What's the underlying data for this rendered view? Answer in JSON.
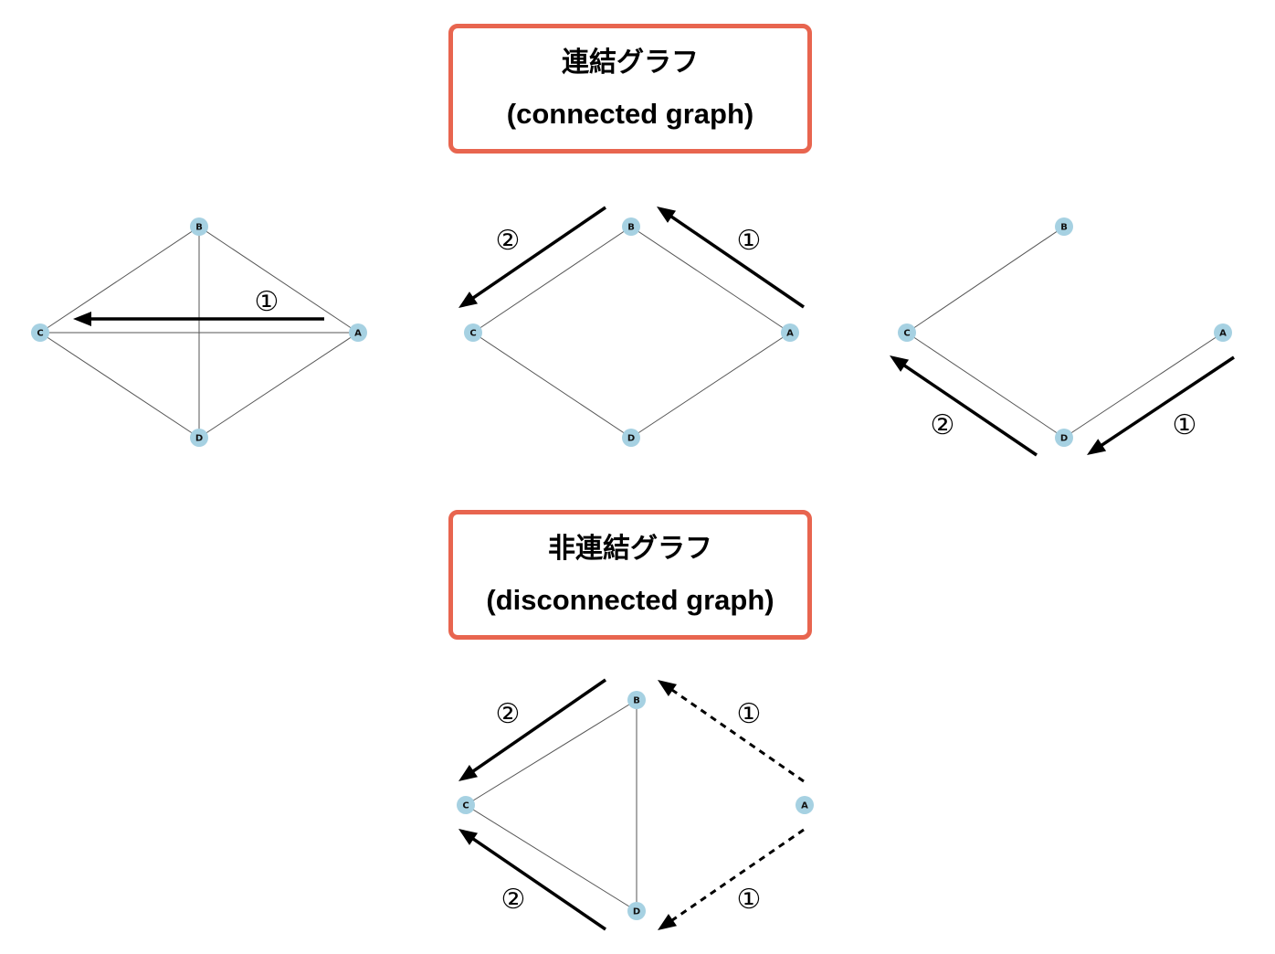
{
  "colors": {
    "box_border": "#e8654f",
    "node_fill": "#a6d1e2",
    "edge": "#555555",
    "arrow": "#000000"
  },
  "titles": {
    "connected": {
      "jp": "連結グラフ",
      "en": "(connected graph)"
    },
    "disconnected": {
      "jp": "非連結グラフ",
      "en": "(disconnected graph)"
    }
  },
  "graphs": {
    "g1": {
      "node_labels": {
        "A": "A",
        "B": "B",
        "C": "C",
        "D": "D"
      },
      "edges": [
        [
          "A",
          "B"
        ],
        [
          "B",
          "C"
        ],
        [
          "C",
          "D"
        ],
        [
          "D",
          "A"
        ],
        [
          "A",
          "C"
        ],
        [
          "B",
          "D"
        ]
      ],
      "steps": [
        "①"
      ]
    },
    "g2": {
      "node_labels": {
        "A": "A",
        "B": "B",
        "C": "C",
        "D": "D"
      },
      "edges": [
        [
          "A",
          "B"
        ],
        [
          "B",
          "C"
        ],
        [
          "C",
          "D"
        ],
        [
          "D",
          "A"
        ]
      ],
      "steps": [
        "①",
        "②"
      ]
    },
    "g3": {
      "node_labels": {
        "A": "A",
        "B": "B",
        "C": "C",
        "D": "D"
      },
      "edges": [
        [
          "B",
          "C"
        ],
        [
          "C",
          "D"
        ],
        [
          "D",
          "A"
        ]
      ],
      "steps": [
        "①",
        "②"
      ]
    },
    "g4": {
      "node_labels": {
        "A": "A",
        "B": "B",
        "C": "C",
        "D": "D"
      },
      "edges": [
        [
          "B",
          "C"
        ],
        [
          "C",
          "D"
        ],
        [
          "B",
          "D"
        ]
      ],
      "steps": [
        "①",
        "①",
        "②",
        "②"
      ]
    }
  }
}
